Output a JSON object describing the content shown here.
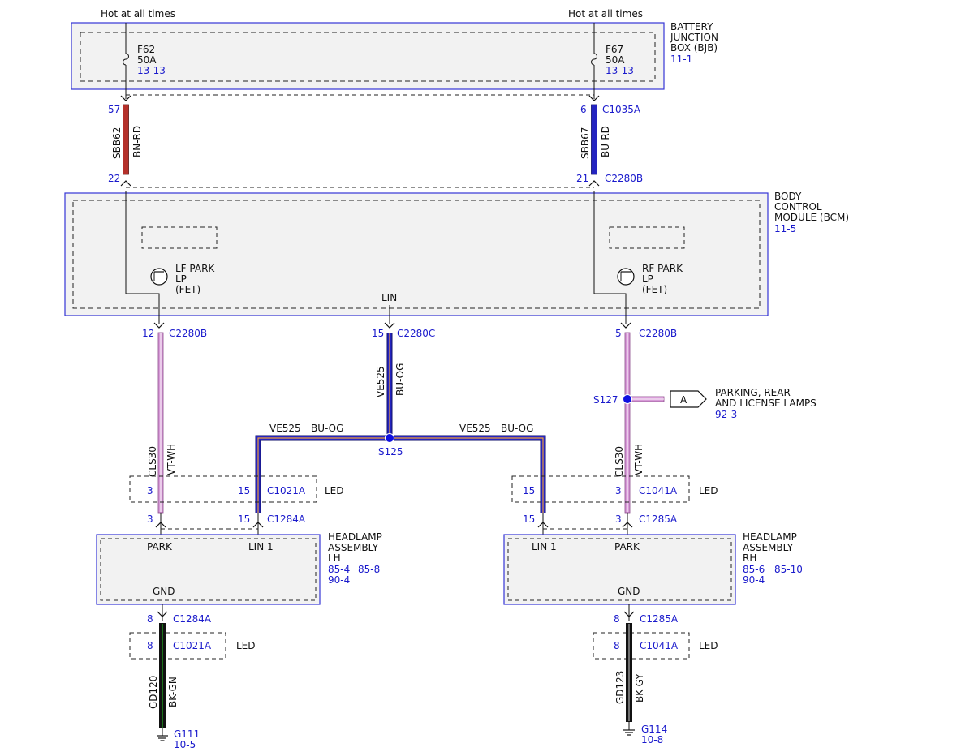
{
  "colors": {
    "box_outline": "#3535d6",
    "box_fill": "#f2f2f2",
    "ref_text": "#1a1acc",
    "wire_brown_red": "#b5302a",
    "wire_blue": "#2424c0",
    "wire_violet_white": "#d79ad7",
    "wire_blue_orange": "#2424c0",
    "wire_black_green": "#1c5c1c",
    "wire_black_gray": "#1a1a1a",
    "splice_dot": "#1010e0"
  },
  "power": {
    "left_label": "Hot at all times",
    "right_label": "Hot at all times"
  },
  "bjb": {
    "name_lines": [
      "BATTERY",
      "JUNCTION",
      "BOX (BJB)"
    ],
    "ref": "11-1",
    "fuse_left": {
      "name": "F62",
      "rating": "50A",
      "ref": "13-13"
    },
    "fuse_right": {
      "name": "F67",
      "rating": "50A",
      "ref": "13-13"
    }
  },
  "wires_top": {
    "left": {
      "pin_top": "57",
      "pin_bottom": "22",
      "circuit": "SBB62",
      "color": "BN-RD"
    },
    "right": {
      "pin_top": "6",
      "pin_bottom": "21",
      "circuit": "SBB67",
      "color": "BU-RD",
      "conn_top": "C1035A",
      "conn_bottom": "C2280B"
    }
  },
  "bcm": {
    "name_lines": [
      "BODY",
      "CONTROL",
      "MODULE (BCM)"
    ],
    "ref": "11-5",
    "lf_lines": [
      "LF PARK",
      "LP",
      "(FET)"
    ],
    "rf_lines": [
      "RF PARK",
      "LP",
      "(FET)"
    ],
    "lin": "LIN"
  },
  "bcm_out": {
    "left": {
      "pin": "12",
      "conn": "C2280B"
    },
    "mid": {
      "pin": "15",
      "conn": "C2280C"
    },
    "right": {
      "pin": "5",
      "conn": "C2280B"
    }
  },
  "mid_wire": {
    "circuit": "VE525",
    "color": "BU-OG",
    "splice": "S125",
    "branch_left_circuit": "VE525",
    "branch_left_color": "BU-OG",
    "branch_right_circuit": "VE525",
    "branch_right_color": "BU-OG"
  },
  "park_wires": {
    "left_circuit": "CLS30",
    "left_color": "VT-WH",
    "right_circuit": "CLS30",
    "right_color": "VT-WH",
    "splice": "S127"
  },
  "offpage": {
    "letter": "A",
    "lines": [
      "PARKING, REAR",
      "AND LICENSE LAMPS"
    ],
    "ref": "92-3"
  },
  "led_conn_left": {
    "pin_a": "3",
    "pin_b": "15",
    "conn": "C1021A",
    "label": "LED"
  },
  "led_conn_right": {
    "pin_a": "15",
    "pin_b": "3",
    "conn": "C1041A",
    "label": "LED"
  },
  "head_left": {
    "pin_park": "3",
    "pin_lin": "15",
    "conn": "C1284A",
    "park": "PARK",
    "lin": "LIN 1",
    "gnd": "GND",
    "name_lines": [
      "HEADLAMP",
      "ASSEMBLY",
      "LH"
    ],
    "ref_a": "85-4",
    "ref_b": "85-8",
    "ref_c": "90-4"
  },
  "head_right": {
    "pin_lin": "15",
    "pin_park": "3",
    "conn": "C1285A",
    "park": "PARK",
    "lin": "LIN 1",
    "gnd": "GND",
    "name_lines": [
      "HEADLAMP",
      "ASSEMBLY",
      "RH"
    ],
    "ref_a": "85-6",
    "ref_b": "85-10",
    "ref_c": "90-4"
  },
  "gnd_left": {
    "pin": "8",
    "conn": "C1284A",
    "led_pin": "8",
    "led_conn": "C1021A",
    "led_label": "LED",
    "circuit": "GD120",
    "color": "BK-GN",
    "ground": "G111",
    "ref": "10-5"
  },
  "gnd_right": {
    "pin": "8",
    "conn": "C1285A",
    "led_pin": "8",
    "led_conn": "C1041A",
    "led_label": "LED",
    "circuit": "GD123",
    "color": "BK-GY",
    "ground": "G114",
    "ref": "10-8"
  }
}
